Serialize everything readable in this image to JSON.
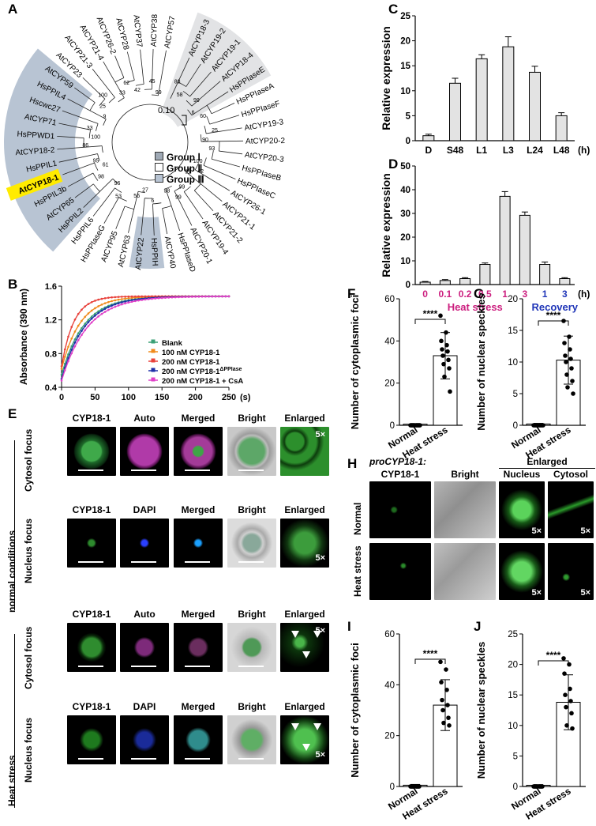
{
  "panel_labels": {
    "A": "A",
    "B": "B",
    "C": "C",
    "D": "D",
    "E": "E",
    "F": "F",
    "G": "G",
    "H": "H",
    "I": "I",
    "J": "J"
  },
  "tree": {
    "scale": "0.10",
    "legend": [
      "Group Ⅰ",
      "Group Ⅱ",
      "Group Ⅲ"
    ],
    "legend_colors": [
      "#9fa9b5",
      "#ffffff",
      "#b8c4d3"
    ],
    "highlight": "AtCYP18-1",
    "highlight_color": "#ffeb00",
    "leaves": [
      "AtCYP57",
      "AtCYP38",
      "AtCYP37",
      "AtCYP28",
      "AtCYP26-2",
      "AtCYP21-4",
      "AtCYP21-3",
      "AtCYP23",
      "AtCYP59",
      "HsPPIL4",
      "Hscwc27",
      "AtCYP71",
      "HsPPWD1",
      "AtCYP18-2",
      "HsPPIL1",
      "AtCYP18-1",
      "HsPPIL3b",
      "AtCYP65",
      "HsPPIL2",
      "HsPPIL6",
      "HsPPIaseG",
      "AtCYP95",
      "AtCYP63",
      "AtCYP22",
      "HsPPIH",
      "AtCYP40",
      "HsPPIaseD",
      "AtCYP20-1",
      "AtCYP19-4",
      "AtCYP21-2",
      "AtCYP21-1",
      "AtCYP26-1",
      "HsPPIaseC",
      "HsPPIaseB",
      "AtCYP20-3",
      "AtCYP20-2",
      "AtCYP19-3",
      "HsPPIaseF",
      "HsPPIaseA",
      "HsPPIaseE",
      "AtCYP18-4",
      "AtCYP19-1",
      "AtCYP19-2",
      "AtCYP18-3"
    ],
    "bootstrap": [
      "99",
      "45",
      "42",
      "62",
      "33",
      "100",
      "25",
      "9",
      "33",
      "100",
      "86",
      "95",
      "61",
      "98",
      "96",
      "53",
      "56",
      "27",
      "6",
      "98",
      "99",
      "99",
      "91",
      "42",
      "100",
      "93",
      "90",
      "25",
      "60",
      "6",
      "99",
      "58",
      "88"
    ]
  },
  "chart_data": [
    {
      "panel": "B",
      "type": "line",
      "xlabel": "(s)",
      "ylabel": "Absorbance (390 nm)",
      "xlim": [
        0,
        250
      ],
      "ylim": [
        0.4,
        1.6
      ],
      "xticks": [
        0,
        50,
        100,
        150,
        200,
        250
      ],
      "yticks": [
        0.4,
        0.8,
        1.2,
        1.6
      ],
      "legend_position": "bottom-right",
      "series": [
        {
          "name": "Blank",
          "color": "#3aa076",
          "marker": "diamond",
          "y0": 0.55,
          "ymax": 1.48,
          "k": 0.03
        },
        {
          "name": "100 nM CYP18-1",
          "color": "#f08a1c",
          "marker": "square",
          "y0": 0.62,
          "ymax": 1.48,
          "k": 0.036
        },
        {
          "name": "200 nM CYP18-1",
          "color": "#e8413b",
          "marker": "circle",
          "y0": 0.65,
          "ymax": 1.48,
          "k": 0.055
        },
        {
          "name": "200 nM CYP18-1",
          "name_sup": "ΔPPIase",
          "color": "#1d2fa8",
          "marker": "square",
          "y0": 0.5,
          "ymax": 1.48,
          "k": 0.029
        },
        {
          "name": "200 nM CYP18-1 + CsA",
          "color": "#e040c8",
          "marker": "triangle",
          "y0": 0.48,
          "ymax": 1.48,
          "k": 0.026
        }
      ]
    },
    {
      "panel": "C",
      "type": "bar",
      "categories": [
        "D",
        "S48",
        "L1",
        "L3",
        "L24",
        "L48"
      ],
      "values": [
        1.0,
        11.5,
        16.4,
        18.8,
        13.7,
        5.0
      ],
      "errors": [
        0.3,
        1.0,
        0.8,
        2.0,
        1.2,
        0.6
      ],
      "ylabel": "Relative expression",
      "xunit": "(h)",
      "ylim": [
        0,
        25
      ],
      "yticks": [
        0,
        5,
        10,
        15,
        20,
        25
      ]
    },
    {
      "panel": "D",
      "type": "bar",
      "categories": [
        "0",
        "0.1",
        "0.2",
        "0.5",
        "1",
        "3",
        "1",
        "3"
      ],
      "category_colors": [
        "#cc1f7f",
        "#cc1f7f",
        "#cc1f7f",
        "#cc1f7f",
        "#cc1f7f",
        "#cc1f7f",
        "#2036b8",
        "#2036b8"
      ],
      "values": [
        1.0,
        1.7,
        2.5,
        8.5,
        37.2,
        29.2,
        8.5,
        2.5
      ],
      "errors": [
        0.3,
        0.4,
        0.4,
        0.6,
        2.0,
        1.4,
        1.0,
        0.4
      ],
      "ylabel": "Relative expression",
      "xunit": "(h)",
      "ylim": [
        0,
        50
      ],
      "yticks": [
        0,
        10,
        20,
        30,
        40,
        50
      ],
      "group_labels": [
        {
          "text": "Heat stress",
          "color": "#cc1f7f"
        },
        {
          "text": "Recovery",
          "color": "#2036b8"
        }
      ]
    },
    {
      "panel": "F",
      "type": "bar",
      "categories": [
        "Normal",
        "Heat stress"
      ],
      "values": [
        0.5,
        33
      ],
      "errors": [
        0.3,
        11
      ],
      "points": [
        [
          0,
          0,
          0,
          0,
          0,
          0,
          0,
          0,
          0,
          0,
          0,
          0
        ],
        [
          52,
          44,
          40,
          38,
          36,
          35,
          33,
          31,
          29,
          27,
          23,
          16
        ]
      ],
      "ylabel": "Number of cytoplasmic foci",
      "ylim": [
        0,
        60
      ],
      "yticks": [
        0,
        20,
        40,
        60
      ],
      "significance": "****"
    },
    {
      "panel": "G",
      "type": "bar",
      "categories": [
        "Normal",
        "Heat stress"
      ],
      "values": [
        0.2,
        10.3
      ],
      "errors": [
        0.1,
        3.8
      ],
      "points": [
        [
          0,
          0,
          0,
          0,
          0,
          0,
          0,
          0,
          0,
          0,
          0,
          0
        ],
        [
          16.5,
          14,
          13,
          12,
          11,
          10.5,
          10,
          9,
          8,
          7,
          6,
          5
        ]
      ],
      "ylabel": "Number of nuclear speckles",
      "ylim": [
        0,
        20
      ],
      "yticks": [
        0,
        5,
        10,
        15,
        20
      ],
      "significance": "****"
    },
    {
      "panel": "I",
      "type": "bar",
      "categories": [
        "Normal",
        "Heat stress"
      ],
      "values": [
        0.5,
        32
      ],
      "errors": [
        0.3,
        10
      ],
      "points": [
        [
          0,
          0,
          0,
          0,
          0,
          0,
          0,
          0,
          0,
          0
        ],
        [
          49,
          46,
          41,
          38,
          34,
          32,
          30,
          27,
          25,
          24
        ]
      ],
      "ylabel": "Number of cytoplasmic foci",
      "ylim": [
        0,
        60
      ],
      "yticks": [
        0,
        20,
        40,
        60
      ],
      "significance": "****"
    },
    {
      "panel": "J",
      "type": "bar",
      "categories": [
        "Normal",
        "Heat stress"
      ],
      "values": [
        0.2,
        13.8
      ],
      "errors": [
        0.1,
        4.5
      ],
      "points": [
        [
          0,
          0,
          0,
          0,
          0,
          0,
          0,
          0,
          0,
          0
        ],
        [
          21,
          20,
          18.5,
          16,
          15,
          14,
          13,
          12,
          10,
          9.5
        ]
      ],
      "ylabel": "Number of nuclear speckles",
      "ylim": [
        0,
        25
      ],
      "yticks": [
        0,
        5,
        10,
        15,
        20,
        25
      ],
      "significance": "****"
    }
  ],
  "panelE": {
    "cols_top": [
      "CYP18-1",
      "Auto",
      "Merged",
      "Bright",
      "Enlarged"
    ],
    "cols_nuc": [
      "CYP18-1",
      "DAPI",
      "Merged",
      "Bright",
      "Enlarged"
    ],
    "row1": "Cytosol focus",
    "row2": "Nucleus focus",
    "group_normal": "normal conditions",
    "group_heat": "Heat stress",
    "mag": "5×"
  },
  "panelH": {
    "title": "proCYP18-1:",
    "enlarged": "Enlarged",
    "cols": [
      "CYP18-1",
      "Bright",
      "Nucleus",
      "Cytosol"
    ],
    "rows": [
      "Normal",
      "Heat stress"
    ],
    "mag": "5×"
  }
}
